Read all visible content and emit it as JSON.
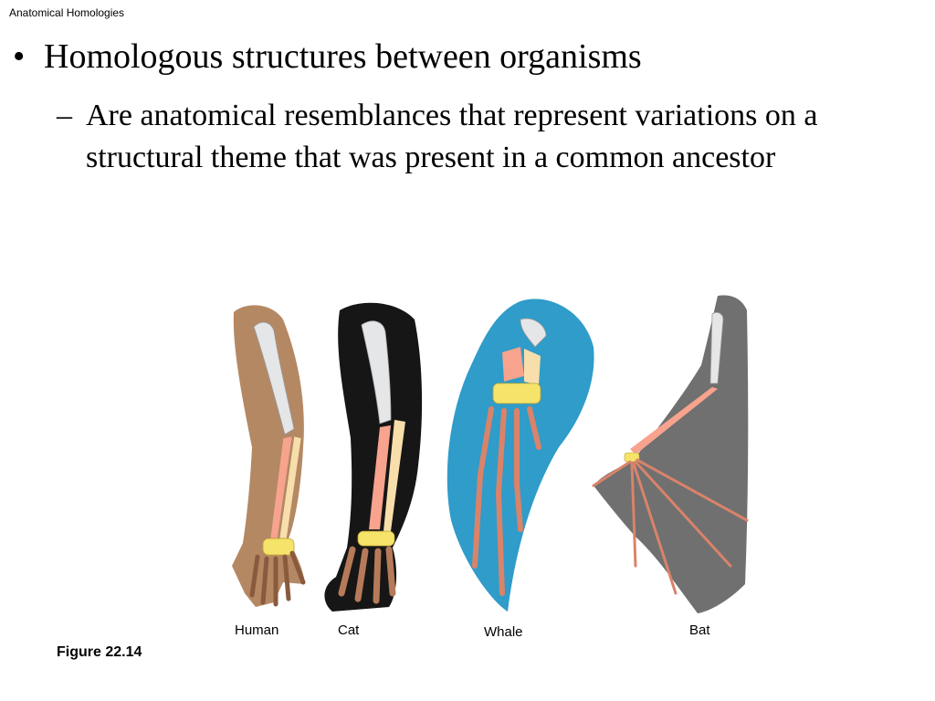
{
  "header": {
    "title": "Anatomical Homologies"
  },
  "bullets": {
    "main": "Homologous structures between organisms",
    "sub": "Are anatomical resemblances that represent variations on a structural theme that was present in a common ancestor",
    "bullet_glyph": "•",
    "dash_glyph": "–"
  },
  "figure": {
    "labels": {
      "human": "Human",
      "cat": "Cat",
      "whale": "Whale",
      "bat": "Bat"
    },
    "caption": "Figure 22.14"
  },
  "colors": {
    "human_skin": "#b58864",
    "cat_fur": "#161616",
    "whale_body": "#2f9cc9",
    "bat_wing": "#707070",
    "humerus": "#e4e6e8",
    "radius": "#f7a38d",
    "ulna": "#f8deaa",
    "carpals": "#f6e36a",
    "phalanges": "#b67a5a"
  }
}
